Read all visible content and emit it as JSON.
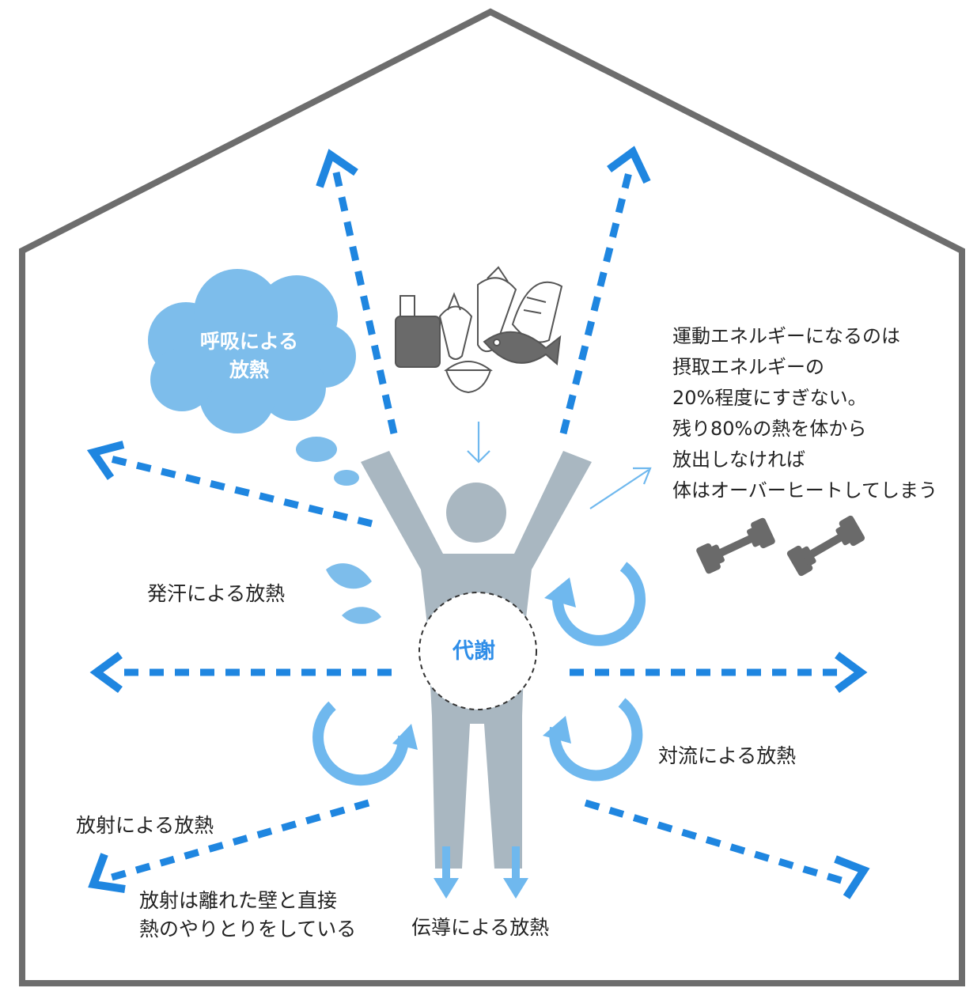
{
  "colors": {
    "house_outline": "#6d6d6d",
    "arrow_blue": "#1f86e0",
    "light_blue": "#6fb8ee",
    "cloud_blue": "#7dbdeb",
    "person_gray": "#a9b7c1",
    "dumbbell_gray": "#6a6a6a",
    "label_text": "#222222",
    "metabolism_text": "#2f8ee8"
  },
  "labels": {
    "respiration": [
      "呼吸による",
      "放熱"
    ],
    "sweat": "発汗による放熱",
    "metabolism": "代謝",
    "convection": "対流による放熱",
    "radiation": "放射による放熱",
    "radiation_note": [
      "放射は離れた壁と直接",
      "熱のやりとりをしている"
    ],
    "conduction": "伝導による放熱",
    "energy_note": [
      "運動エネルギーになるのは",
      "摂取エネルギーの",
      "20%程度にすぎない。",
      "残り80%の熱を体から",
      "放出しなければ",
      "体はオーバーヒートしてしまう"
    ]
  },
  "icons": [
    "food-icon-bottle",
    "food-icon-small-radish",
    "food-icon-daikon",
    "food-icon-bread",
    "food-icon-fish",
    "food-icon-rice-bowl",
    "dumbbell-icon",
    "sweat-drop-icon",
    "thought-cloud-icon",
    "convection-circular-arrow-icon"
  ]
}
